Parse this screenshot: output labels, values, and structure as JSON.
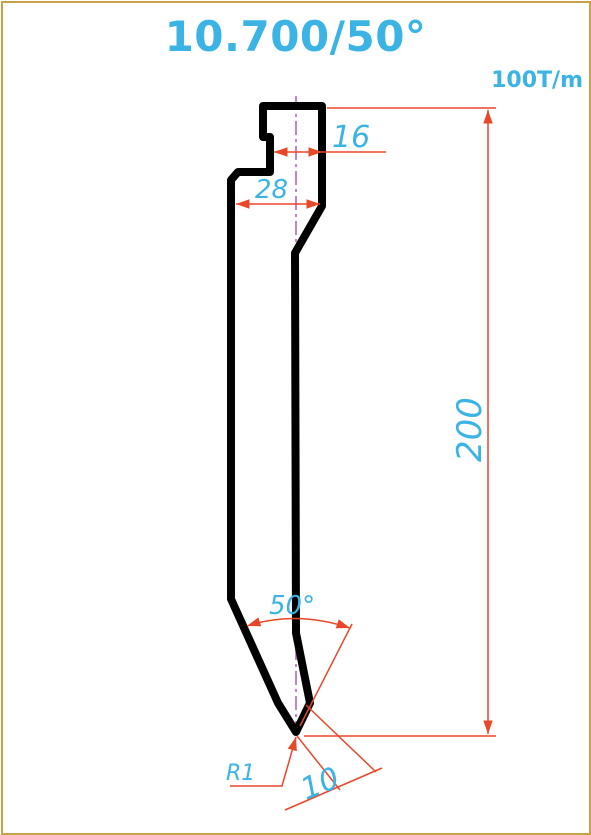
{
  "title": "10.700/50°",
  "capacity": "100T/m",
  "dimensions": {
    "top_width": "16",
    "shoulder_width": "28",
    "height": "200",
    "angle": "50°",
    "tip_radius": "R1",
    "tip_offset": "10"
  },
  "colors": {
    "outline": "#000000",
    "dimension_line": "#e8472a",
    "dimension_text": "#3bb4e5",
    "centerline": "#b05cc8",
    "frame": "#c8a24a"
  }
}
